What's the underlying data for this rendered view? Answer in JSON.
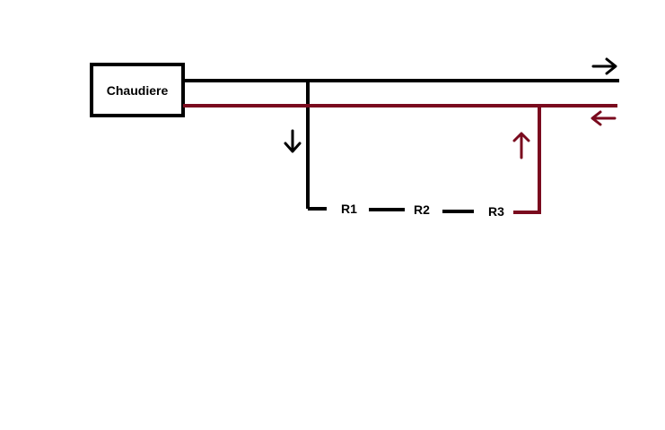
{
  "boiler": {
    "label": "Chaudiere"
  },
  "radiators": [
    {
      "label": "R1"
    },
    {
      "label": "R2"
    },
    {
      "label": "R3"
    }
  ],
  "colors": {
    "supply": "#000000",
    "return": "#7a0a1e",
    "background": "#ffffff"
  },
  "flow": {
    "supply_direction_main": "right",
    "supply_direction_branch": "down",
    "return_direction_main": "left",
    "return_direction_branch": "up"
  }
}
